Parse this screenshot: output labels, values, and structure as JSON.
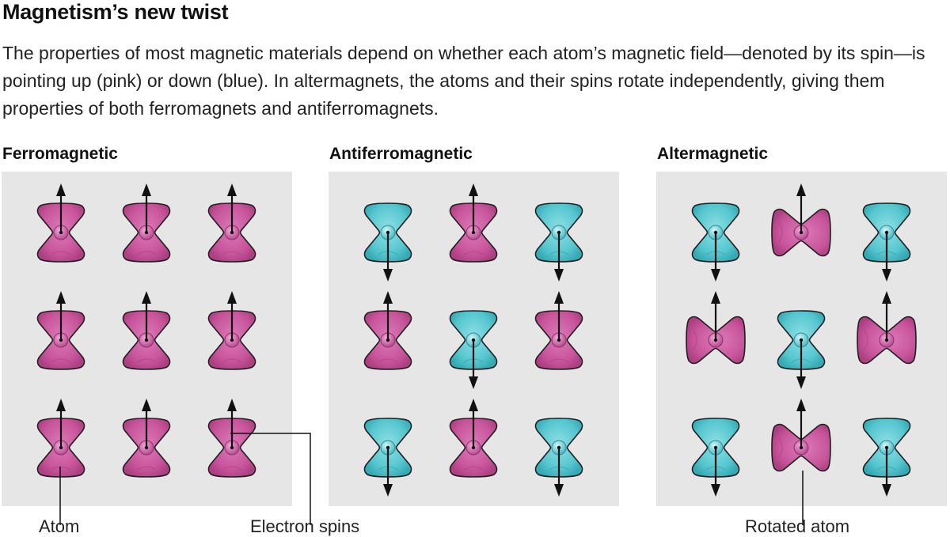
{
  "header": {
    "title": "Magnetism’s new twist",
    "description": "The properties of most magnetic materials depend on whether each atom’s magnetic field—denoted by its spin—is pointing up (pink) or down (blue). In altermagnets, the atoms and their spins rotate independently, giving them properties of both ferromagnets and antiferromagnets."
  },
  "panels": [
    {
      "title": "Ferromagnetic",
      "grid": [
        [
          {
            "spin": "up",
            "rotated": false
          },
          {
            "spin": "up",
            "rotated": false
          },
          {
            "spin": "up",
            "rotated": false
          }
        ],
        [
          {
            "spin": "up",
            "rotated": false
          },
          {
            "spin": "up",
            "rotated": false
          },
          {
            "spin": "up",
            "rotated": false
          }
        ],
        [
          {
            "spin": "up",
            "rotated": false
          },
          {
            "spin": "up",
            "rotated": false
          },
          {
            "spin": "up",
            "rotated": false
          }
        ]
      ]
    },
    {
      "title": "Antiferromagnetic",
      "grid": [
        [
          {
            "spin": "down",
            "rotated": false
          },
          {
            "spin": "up",
            "rotated": false
          },
          {
            "spin": "down",
            "rotated": false
          }
        ],
        [
          {
            "spin": "up",
            "rotated": false
          },
          {
            "spin": "down",
            "rotated": false
          },
          {
            "spin": "up",
            "rotated": false
          }
        ],
        [
          {
            "spin": "down",
            "rotated": false
          },
          {
            "spin": "up",
            "rotated": false
          },
          {
            "spin": "down",
            "rotated": false
          }
        ]
      ]
    },
    {
      "title": "Altermagnetic",
      "grid": [
        [
          {
            "spin": "down",
            "rotated": false
          },
          {
            "spin": "up",
            "rotated": true
          },
          {
            "spin": "down",
            "rotated": false
          }
        ],
        [
          {
            "spin": "up",
            "rotated": true
          },
          {
            "spin": "down",
            "rotated": false
          },
          {
            "spin": "up",
            "rotated": true
          }
        ],
        [
          {
            "spin": "down",
            "rotated": false
          },
          {
            "spin": "up",
            "rotated": true
          },
          {
            "spin": "down",
            "rotated": false
          }
        ]
      ]
    }
  ],
  "callouts": {
    "atom": "Atom",
    "electron_spins": "Electron spins",
    "rotated_atom": "Rotated atom"
  },
  "colors": {
    "spin_up": "#c8559b",
    "spin_down": "#4fc3cc",
    "panel_bg": "#e6e6e6",
    "arrow": "#111111"
  }
}
